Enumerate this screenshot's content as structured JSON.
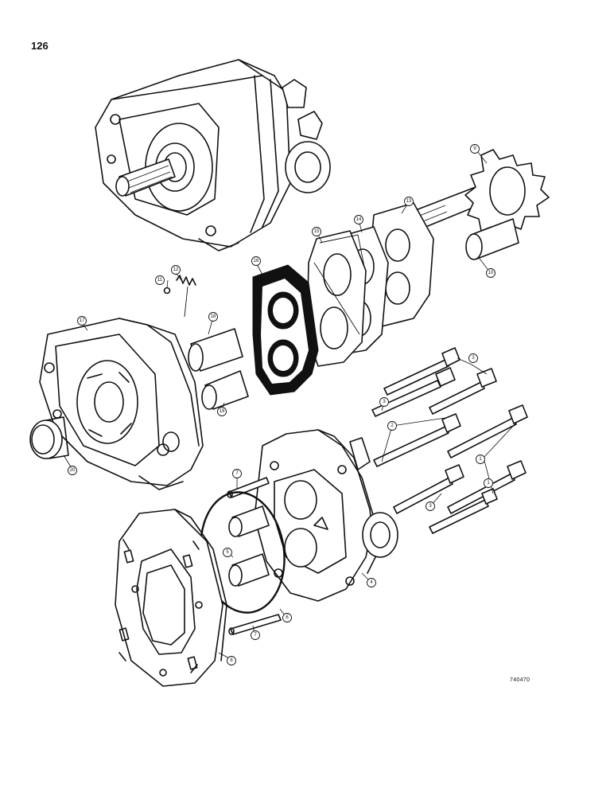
{
  "page_number": "126",
  "drawing_code": "740470",
  "callouts": [
    {
      "id": "c1a",
      "label": "1"
    },
    {
      "id": "c1b",
      "label": "1"
    },
    {
      "id": "c2",
      "label": "2"
    },
    {
      "id": "c3a",
      "label": "3"
    },
    {
      "id": "c3b",
      "label": "3"
    },
    {
      "id": "c3c",
      "label": "3"
    },
    {
      "id": "c4",
      "label": "4"
    },
    {
      "id": "c5",
      "label": "5"
    },
    {
      "id": "c6",
      "label": "6"
    },
    {
      "id": "c7a",
      "label": "7"
    },
    {
      "id": "c7b",
      "label": "7"
    },
    {
      "id": "c8",
      "label": "8"
    },
    {
      "id": "c9",
      "label": "9"
    },
    {
      "id": "c10",
      "label": "10"
    },
    {
      "id": "c11",
      "label": "11"
    },
    {
      "id": "c12",
      "label": "12"
    },
    {
      "id": "c13",
      "label": "13"
    },
    {
      "id": "c14",
      "label": "14"
    },
    {
      "id": "c15",
      "label": "15"
    },
    {
      "id": "c16",
      "label": "16"
    },
    {
      "id": "c17",
      "label": "17"
    },
    {
      "id": "c18",
      "label": "18"
    },
    {
      "id": "c19",
      "label": "19"
    },
    {
      "id": "c20",
      "label": "20"
    }
  ]
}
